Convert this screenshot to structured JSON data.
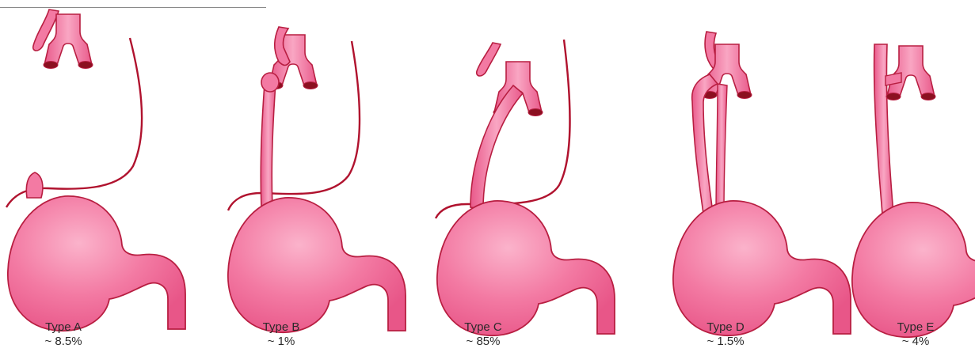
{
  "colors": {
    "tissue": "#f26d9a",
    "tissue_light": "#f9a9c5",
    "outline": "#b81e41",
    "nerve": "#b0122e",
    "cut_end": "#8b1020"
  },
  "panels": [
    {
      "type": "Type A",
      "prevalence": "~ 8.5%"
    },
    {
      "type": "Type B",
      "prevalence": "~ 1%"
    },
    {
      "type": "Type C",
      "prevalence": "~ 85%"
    },
    {
      "type": "Type D",
      "prevalence": "~ 1.5%"
    },
    {
      "type": "Type E",
      "prevalence": "~ 4%"
    }
  ]
}
